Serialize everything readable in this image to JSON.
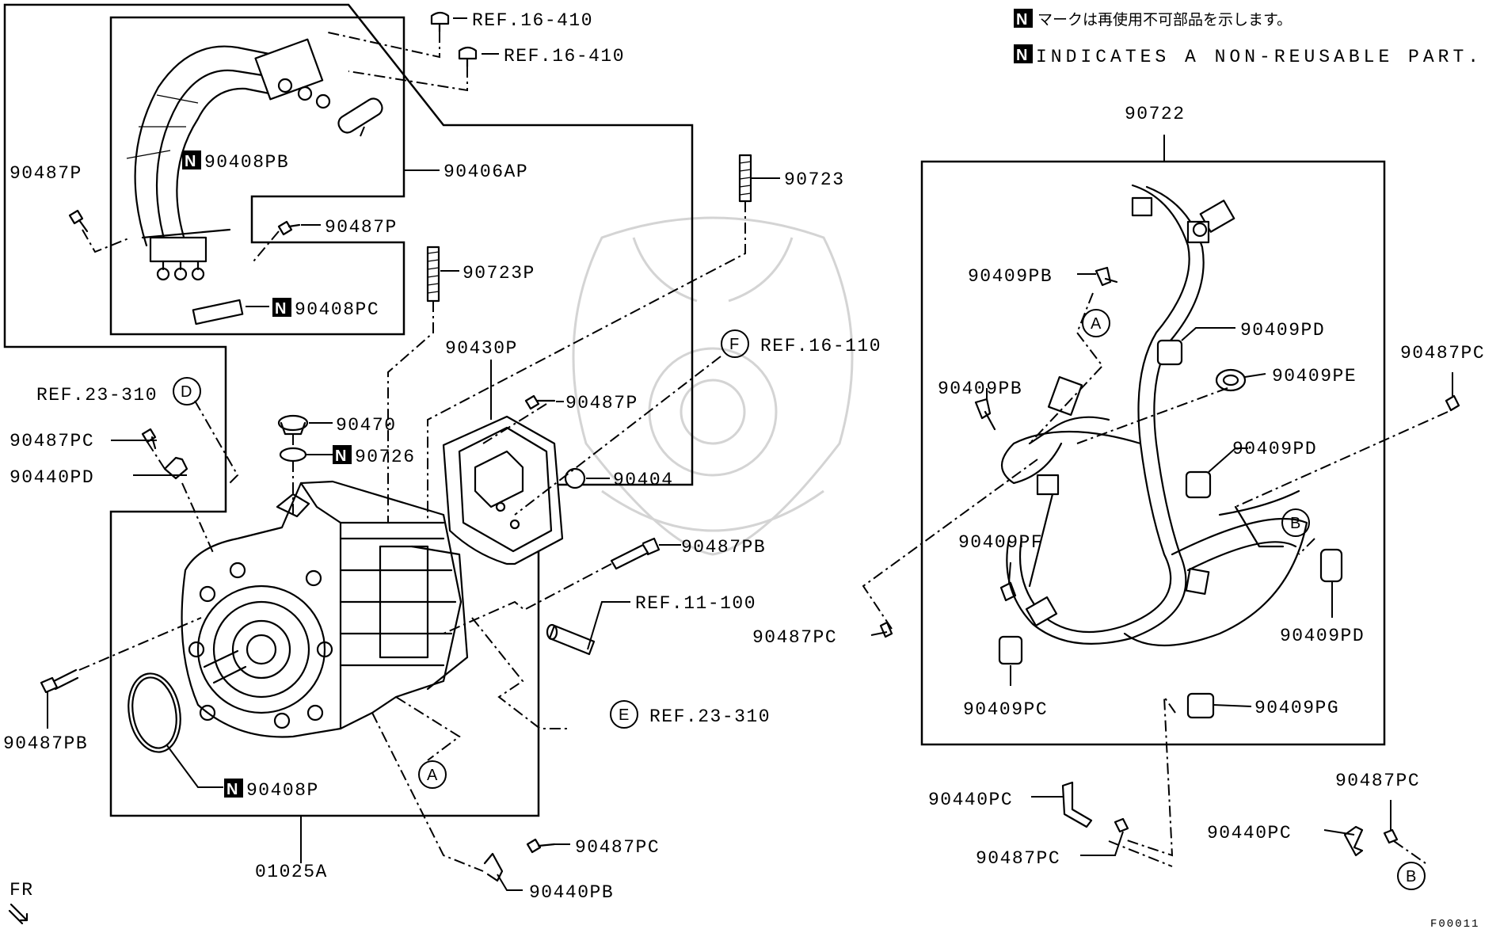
{
  "legend": {
    "jp": "マークは再使用不可部品を示します。",
    "en": "INDICATES A NON-REUSABLE PART.",
    "n_symbol": "N"
  },
  "labels": {
    "ref_16_410_a": "REF.16-410",
    "ref_16_410_b": "REF.16-410",
    "p90487P_left": "90487P",
    "p90408PB": "90408PB",
    "p90406AP": "90406AP",
    "p90487P_mid": "90487P",
    "p90408PC": "90408PC",
    "p90723": "90723",
    "p90723P": "90723P",
    "p90430P": "90430P",
    "ref_16_110": "REF.16-110",
    "p90487P_cover": "90487P",
    "ref_23_310_d": "REF.23-310",
    "p90470": "90470",
    "p90726": "90726",
    "p90404": "90404",
    "p90487PC_left": "90487PC",
    "p90440PD": "90440PD",
    "p90487PB_right": "90487PB",
    "ref_11_100": "REF.11-100",
    "p90487PB_left": "90487PB",
    "ref_23_310_e": "REF.23-310",
    "p90408P": "90408P",
    "p01025A": "01025A",
    "p90487PC_bottom": "90487PC",
    "p90440PB": "90440PB",
    "fr": "FR",
    "p90722": "90722",
    "p90409PB_a": "90409PB",
    "p90409PD_a": "90409PD",
    "p90409PE": "90409PE",
    "p90409PB_b": "90409PB",
    "p90409PD_b": "90409PD",
    "p90409PF": "90409PF",
    "p90487PC_mid": "90487PC",
    "p90409PD_c": "90409PD",
    "p90409PC": "90409PC",
    "p90409PG": "90409PG",
    "p90487PC_right": "90487PC",
    "p90440PC_left": "90440PC",
    "p90487PC_lower": "90487PC",
    "p90487PC_lowright": "90487PC",
    "p90440PC_right": "90440PC",
    "figure_id": "F00011"
  },
  "callouts": {
    "A": "A",
    "B": "B",
    "D": "D",
    "E": "E",
    "F": "F"
  }
}
